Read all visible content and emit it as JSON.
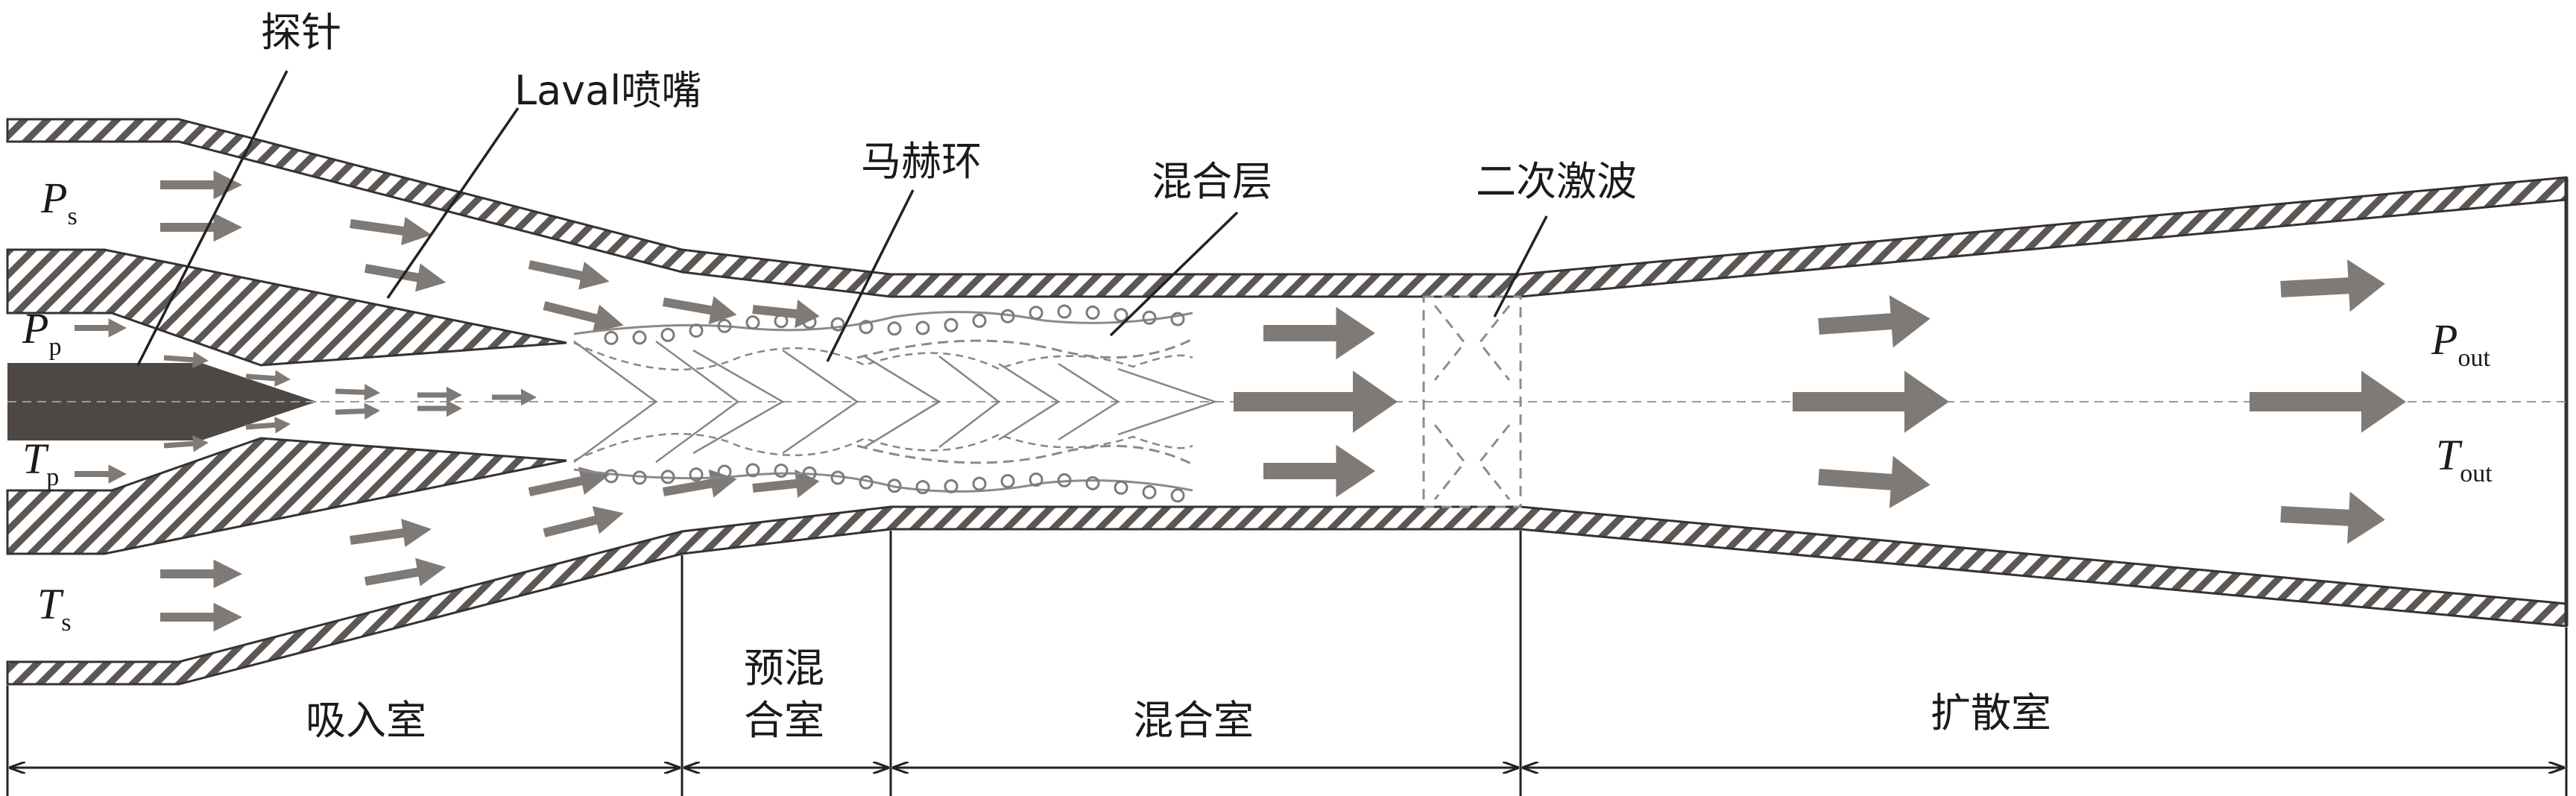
{
  "labels": {
    "probe": "探针",
    "laval": "Laval喷嘴",
    "mach": "马赫环",
    "mixing_layer": "混合层",
    "shock": "二次激波"
  },
  "vars": {
    "ps": {
      "main": "P",
      "sub": "s"
    },
    "pp": {
      "main": "P",
      "sub": "p"
    },
    "tp": {
      "main": "T",
      "sub": "p"
    },
    "ts": {
      "main": "T",
      "sub": "s"
    },
    "pout": {
      "main": "P",
      "sub": "out"
    },
    "tout": {
      "main": "T",
      "sub": "out"
    }
  },
  "sections": {
    "suction": "吸入室",
    "premix_1": "预混",
    "premix_2": "合室",
    "mixing": "混合室",
    "diffuser": "扩散室"
  },
  "colors": {
    "wall": "#5d5653",
    "arrow": "#7f7a76",
    "probe": "#4e4844"
  }
}
